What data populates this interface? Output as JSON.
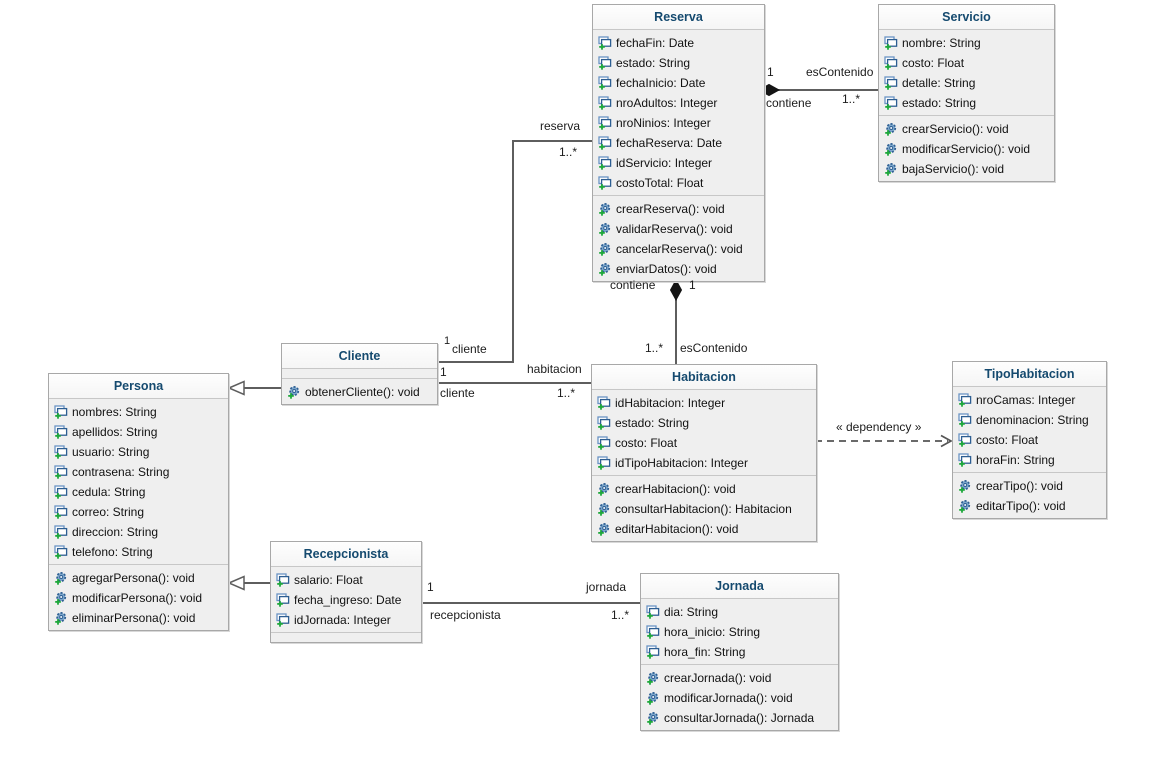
{
  "diagram": {
    "kind": "uml-class-diagram",
    "colors": {
      "class_title": "#154a6f",
      "body_fill": "#efefef",
      "header_fill": "#fbfbfb",
      "line": "#5e5e5e",
      "attribute_icon_blue": "#2d5e92",
      "plus_green": "#1fa83c"
    },
    "classes": {
      "reserva": {
        "title": "Reserva",
        "attributes": [
          "fechaFin: Date",
          "estado: String",
          "fechaInicio: Date",
          "nroAdultos: Integer",
          "nroNinios: Integer",
          "fechaReserva: Date",
          "idServicio: Integer",
          "costoTotal: Float"
        ],
        "methods": [
          "crearReserva(): void",
          "validarReserva(): void",
          "cancelarReserva(): void",
          "enviarDatos(): void"
        ]
      },
      "servicio": {
        "title": "Servicio",
        "attributes": [
          "nombre: String",
          "costo: Float",
          "detalle: String",
          "estado: String"
        ],
        "methods": [
          "crearServicio(): void",
          "modificarServicio(): void",
          "bajaServicio(): void"
        ]
      },
      "cliente": {
        "title": "Cliente",
        "attributes": [],
        "methods": [
          "obtenerCliente(): void"
        ]
      },
      "persona": {
        "title": "Persona",
        "attributes": [
          "nombres: String",
          "apellidos: String",
          "usuario: String",
          "contrasena: String",
          "cedula: String",
          "correo: String",
          "direccion: String",
          "telefono: String"
        ],
        "methods": [
          "agregarPersona(): void",
          "modificarPersona(): void",
          "eliminarPersona(): void"
        ]
      },
      "habitacion": {
        "title": "Habitacion",
        "attributes": [
          "idHabitacion: Integer",
          "estado: String",
          "costo: Float",
          "idTipoHabitacion: Integer"
        ],
        "methods": [
          "crearHabitacion(): void",
          "consultarHabitacion(): Habitacion",
          "editarHabitacion(): void"
        ]
      },
      "tipohabitacion": {
        "title": "TipoHabitacion",
        "attributes": [
          "nroCamas: Integer",
          "denominacion: String",
          "costo: Float",
          "horaFin: String"
        ],
        "methods": [
          "crearTipo(): void",
          "editarTipo(): void"
        ]
      },
      "recepcionista": {
        "title": "Recepcionista",
        "attributes": [
          "salario: Float",
          "fecha_ingreso: Date",
          "idJornada: Integer"
        ],
        "methods": []
      },
      "jornada": {
        "title": "Jornada",
        "attributes": [
          "dia: String",
          "hora_inicio: String",
          "hora_fin: String"
        ],
        "methods": [
          "crearJornada(): void",
          "modificarJornada(): void",
          "consultarJornada(): Jornada"
        ]
      }
    },
    "edges": {
      "cliente_reserva": {
        "target_role": "reserva",
        "target_mult": "1..*",
        "source_mult": "1",
        "source_role": "cliente"
      },
      "cliente_habitacion": {
        "source_mult": "1",
        "target_role": "habitacion",
        "source_role": "cliente",
        "target_mult": "1..*"
      },
      "reserva_servicio": {
        "mult_reserva": "1",
        "label_top": "esContenido",
        "label_bottom": "contiene",
        "mult_servicio": "1..*"
      },
      "reserva_habitacion": {
        "label_left": "contiene",
        "mult_reserva": "1",
        "mult_habitacion": "1..*",
        "label_right": "esContenido"
      },
      "habitacion_tipohabitacion": {
        "stereotype": "« dependency »"
      },
      "recepcionista_jornada": {
        "source_mult": "1",
        "target_role": "jornada",
        "source_role": "recepcionista",
        "target_mult": "1..*"
      }
    },
    "icons": {
      "attribute": "field-icon",
      "method": "operation-icon"
    }
  }
}
